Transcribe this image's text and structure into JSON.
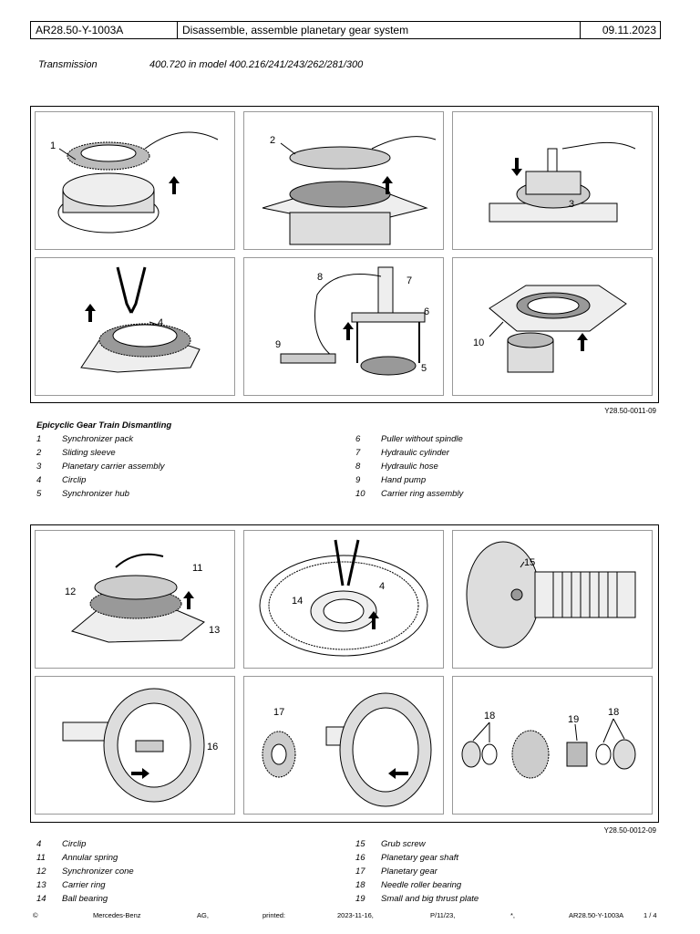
{
  "header": {
    "doc_id": "AR28.50-Y-1003A",
    "title": "Disassemble, assemble planetary gear system",
    "date": "09.11.2023"
  },
  "subheader": {
    "label": "Transmission",
    "model": "400.720 in model 400.216/241/243/262/281/300"
  },
  "figure1": {
    "id": "Y28.50-0011-09",
    "legend_title": "Epicyclic Gear Train Dismantling",
    "callouts": [
      "1",
      "2",
      "3",
      "4",
      "5",
      "6",
      "7",
      "8",
      "9",
      "10"
    ],
    "legend_left": [
      {
        "n": "1",
        "text": "Synchronizer pack"
      },
      {
        "n": "2",
        "text": "Sliding sleeve"
      },
      {
        "n": "3",
        "text": "Planetary carrier assembly"
      },
      {
        "n": "4",
        "text": "Circlip"
      },
      {
        "n": "5",
        "text": "Synchronizer hub"
      }
    ],
    "legend_right": [
      {
        "n": "6",
        "text": "Puller without spindle"
      },
      {
        "n": "7",
        "text": "Hydraulic cylinder"
      },
      {
        "n": "8",
        "text": "Hydraulic hose"
      },
      {
        "n": "9",
        "text": "Hand pump"
      },
      {
        "n": "10",
        "text": "Carrier ring assembly"
      }
    ]
  },
  "figure2": {
    "id": "Y28.50-0012-09",
    "callouts": [
      "11",
      "12",
      "13",
      "4",
      "14",
      "15",
      "16",
      "17",
      "18",
      "19",
      "18"
    ],
    "legend_left": [
      {
        "n": "4",
        "text": "Circlip"
      },
      {
        "n": "11",
        "text": "Annular spring"
      },
      {
        "n": "12",
        "text": "Synchronizer cone"
      },
      {
        "n": "13",
        "text": "Carrier ring"
      },
      {
        "n": "14",
        "text": "Ball bearing"
      }
    ],
    "legend_right": [
      {
        "n": "15",
        "text": "Grub screw"
      },
      {
        "n": "16",
        "text": "Planetary gear shaft"
      },
      {
        "n": "17",
        "text": "Planetary gear"
      },
      {
        "n": "18",
        "text": "Needle roller bearing"
      },
      {
        "n": "19",
        "text": "Small and big thrust plate"
      }
    ]
  },
  "footer": {
    "copyright": "©",
    "company": "Mercedes-Benz",
    "ag": "AG,",
    "printed_label": "printed:",
    "printed_date": "2023-11-16,",
    "p": "P/11/23,",
    "star": "*,",
    "doc_id": "AR28.50-Y-1003A",
    "page": "1 / 4"
  }
}
